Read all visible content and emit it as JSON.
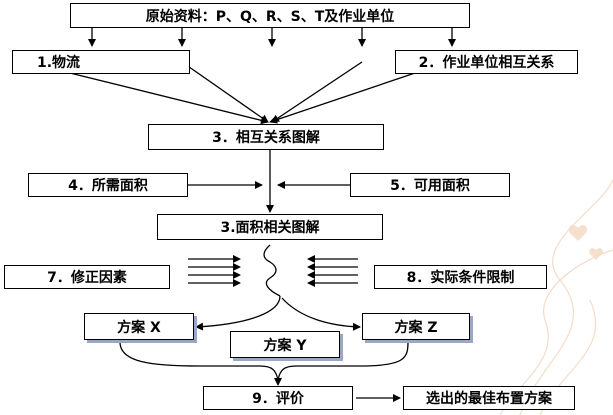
{
  "diagram": {
    "source": "原始资料：P、Q、R、S、T及作业单位",
    "flow": "1.物流",
    "relations": "2．作业单位相互关系",
    "relation_chart": "3．相互关系图解",
    "required_area": "4．所需面积",
    "available_area": "5．可用面积",
    "area_chart": "3.面积相关图解",
    "modifiers": "7．修正因素",
    "constraints": "8．实际条件限制",
    "plan_x": "方案 X",
    "plan_y": "方案 Y",
    "plan_z": "方案 Z",
    "evaluation": "9．评价",
    "result": "选出的最佳布置方案"
  },
  "colors": {
    "line": "#000000",
    "box_shadow": "#9aa7c7",
    "decoration": "#f3d9c3"
  }
}
